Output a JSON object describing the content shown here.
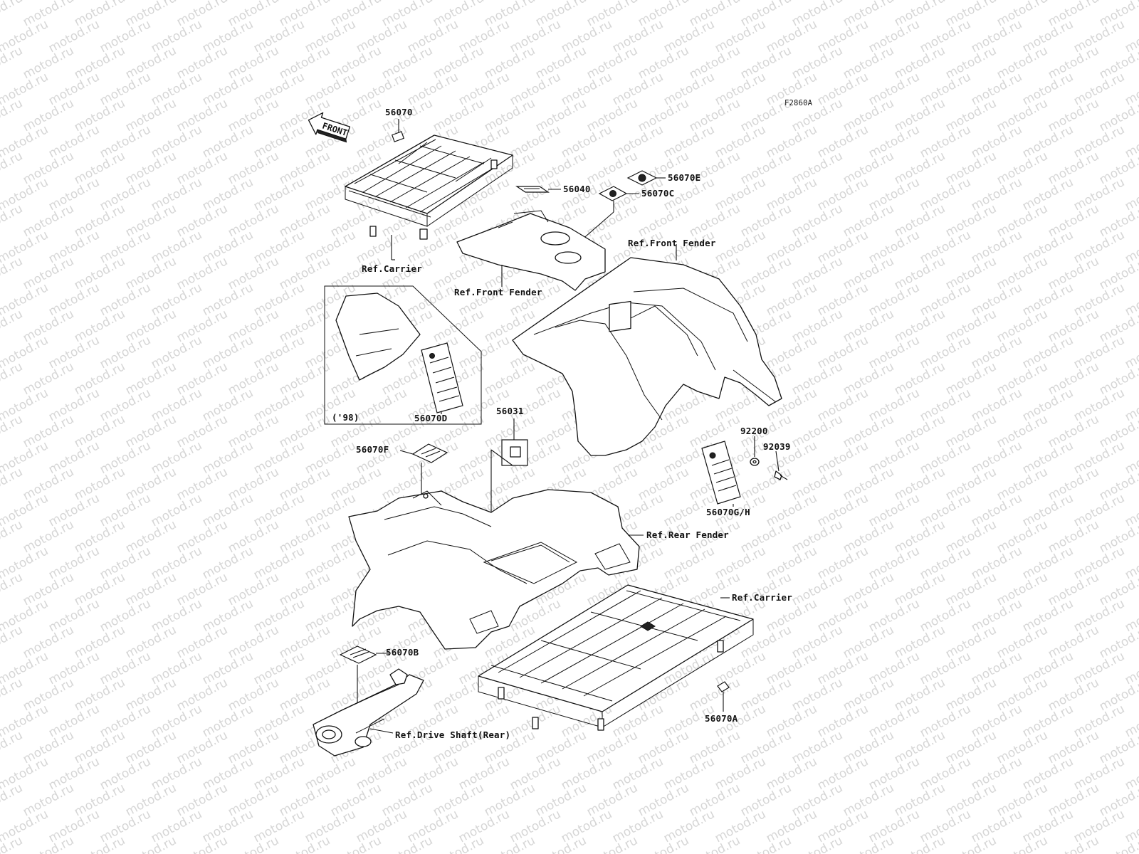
{
  "diagram": {
    "figure_code": "F2860A",
    "front_arrow": "FRONT",
    "watermark": "motod.ru",
    "inset_note": "('98)",
    "callouts": [
      {
        "id": "c-56070",
        "text": "56070"
      },
      {
        "id": "c-56040",
        "text": "56040"
      },
      {
        "id": "c-56070E",
        "text": "56070E"
      },
      {
        "id": "c-56070C",
        "text": "56070C"
      },
      {
        "id": "c-ref-carrier-front",
        "text": "Ref.Carrier"
      },
      {
        "id": "c-ref-front-fender-1",
        "text": "Ref.Front Fender"
      },
      {
        "id": "c-ref-front-fender-2",
        "text": "Ref.Front Fender"
      },
      {
        "id": "c-56070D",
        "text": "56070D"
      },
      {
        "id": "c-56031",
        "text": "56031"
      },
      {
        "id": "c-56070F",
        "text": "56070F"
      },
      {
        "id": "c-92200",
        "text": "92200"
      },
      {
        "id": "c-92039",
        "text": "92039"
      },
      {
        "id": "c-56070GH",
        "text": "56070G/H"
      },
      {
        "id": "c-ref-rear-fender",
        "text": "Ref.Rear Fender"
      },
      {
        "id": "c-ref-carrier-rear",
        "text": "Ref.Carrier"
      },
      {
        "id": "c-56070B",
        "text": "56070B"
      },
      {
        "id": "c-56070A",
        "text": "56070A"
      },
      {
        "id": "c-ref-drive-shaft",
        "text": "Ref.Drive Shaft(Rear)"
      }
    ]
  }
}
